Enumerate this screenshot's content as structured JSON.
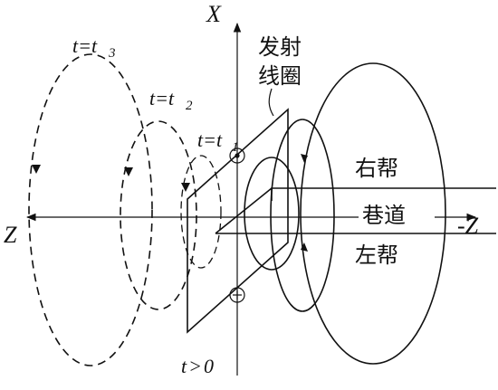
{
  "axes": {
    "x_label": "X",
    "z_left_label": "Z",
    "z_right_label": "-Z"
  },
  "coil": {
    "label_line1": "发射",
    "label_line2": "线圈"
  },
  "tunnel": {
    "right_wall": "右帮",
    "roadway": "巷道",
    "left_wall": "左帮"
  },
  "times": [
    {
      "var": "t",
      "eq": "=",
      "sym": "t",
      "sub": "3"
    },
    {
      "var": "t",
      "eq": "=",
      "sym": "t",
      "sub": "2"
    },
    {
      "var": "t",
      "eq": "=",
      "sym": "t",
      "sub": "1"
    }
  ],
  "condition": {
    "var": "t",
    "op": ">",
    "value": "0"
  }
}
